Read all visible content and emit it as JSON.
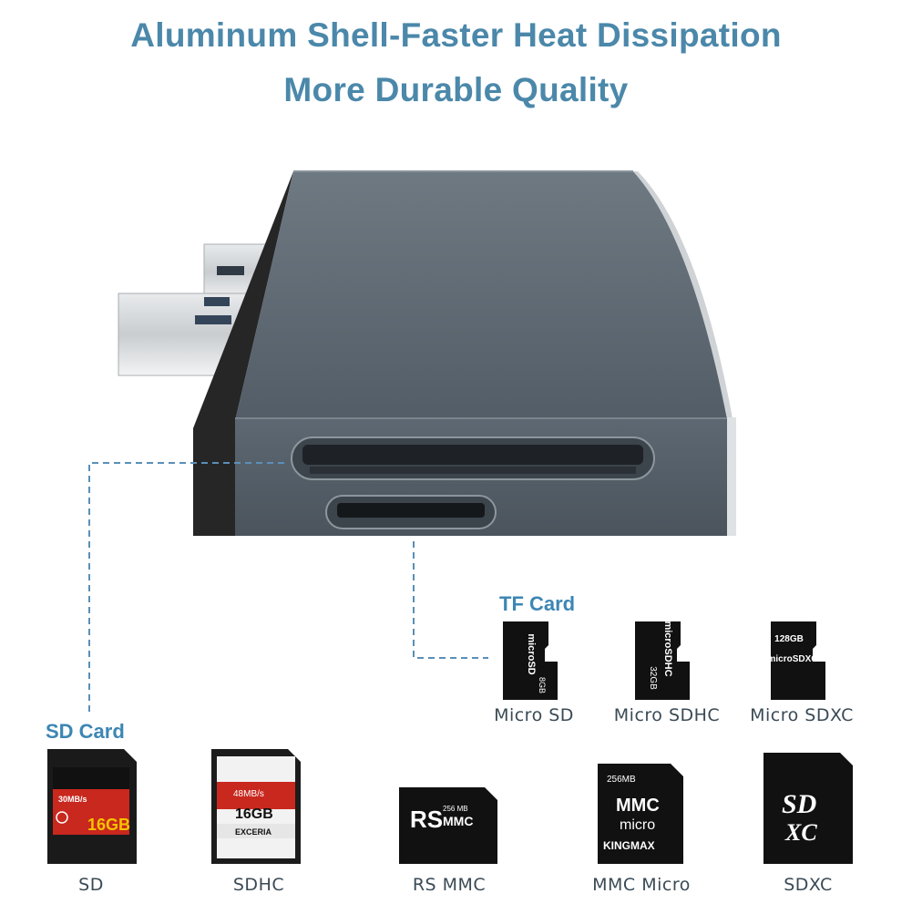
{
  "headline": {
    "line1": "Aluminum Shell-Faster Heat Dissipation",
    "line2": "More Durable Quality"
  },
  "tf_section": {
    "title": "TF Card",
    "cards": [
      {
        "caption": "Micro SD",
        "print": "microSD",
        "sub": "8GB"
      },
      {
        "caption": "Micro SDHC",
        "print": "microSDHC",
        "sub": "32GB"
      },
      {
        "caption": "Micro SDXC",
        "print": "microSDXC",
        "sub": "128GB"
      }
    ]
  },
  "sd_section": {
    "title": "SD Card",
    "cards": [
      {
        "caption": "SD",
        "speed": "30MB/s",
        "capacity": "16GB"
      },
      {
        "caption": "SDHC",
        "speed": "48MB/s",
        "capacity": "16GB",
        "brand": "EXCERIA"
      },
      {
        "caption": "RS MMC",
        "print_big": "RS",
        "print_small": "256 MB",
        "print_sub": "MMC"
      },
      {
        "caption": "MMC Micro",
        "capacity": "256MB",
        "print_main": "MMC",
        "print_sub": "micro",
        "brand": "KINGMAX"
      },
      {
        "caption": "SDXC",
        "logo_top": "SD",
        "logo_bottom": "XC"
      }
    ]
  },
  "colors": {
    "headline": "#4b88aa",
    "section_title": "#3d86b4",
    "caption": "#3a4a55",
    "leader_line": "#5a8fb8",
    "aluminum": "#5c6670",
    "card": "#111111"
  }
}
